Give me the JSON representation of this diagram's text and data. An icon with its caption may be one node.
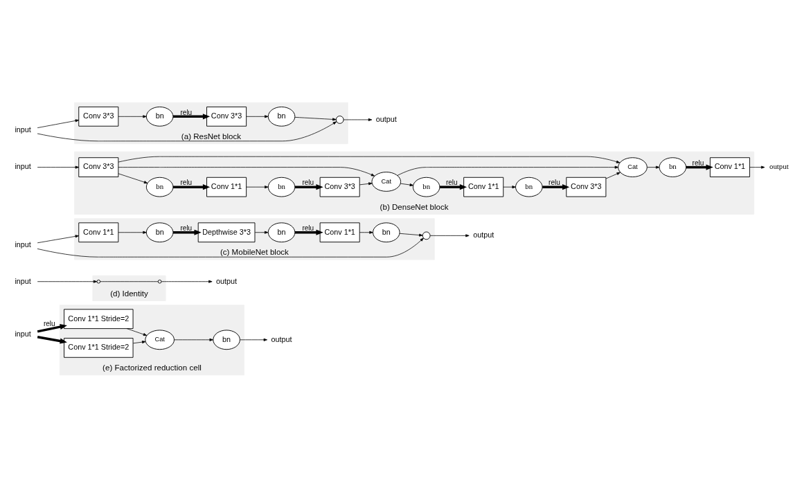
{
  "diagram": {
    "nodes": [
      {
        "text": [
          "(a) ResNet block"
        ]
      },
      {
        "text": [
          "input"
        ]
      },
      {
        "text": [
          "Conv 3*3"
        ],
        "in": 0
      },
      {
        "text": [
          "bn"
        ],
        "in": 0
      },
      {
        "text": [
          "Conv 3*3"
        ],
        "in": 0
      },
      {
        "text": [
          "bn"
        ],
        "in": 0
      },
      {
        "text": [],
        "shape": "circle",
        "in": 0
      },
      {
        "text": [
          "output"
        ]
      },
      {
        "text": [
          "(b) DenseNet block"
        ]
      },
      {
        "text": [
          "input"
        ]
      },
      {
        "text": [
          "Conv 3*3"
        ],
        "in": 8
      },
      {
        "text": [
          "bn"
        ],
        "in": 8
      },
      {
        "text": [
          "Conv 1*1"
        ],
        "in": 8
      },
      {
        "text": [
          "bn"
        ],
        "in": 8
      },
      {
        "text": [
          "Conv 3*3"
        ],
        "in": 8
      },
      {
        "text": [
          "Cat"
        ],
        "in": 8
      },
      {
        "text": [
          "bn"
        ],
        "in": 8
      },
      {
        "text": [
          "Conv 1*1"
        ],
        "in": 8
      },
      {
        "text": [
          "bn"
        ],
        "in": 8
      },
      {
        "text": [
          "Conv 3*3"
        ],
        "in": 8
      },
      {
        "text": [
          "Cat"
        ],
        "in": 8
      },
      {
        "text": [
          "bn"
        ],
        "in": 8
      },
      {
        "text": [
          "Conv 1*1"
        ],
        "in": 8
      },
      {
        "text": [
          "output"
        ]
      },
      {
        "text": [
          "(c) MobileNet block"
        ]
      },
      {
        "text": [
          "input"
        ]
      },
      {
        "text": [
          "Conv 1*1"
        ],
        "in": 24
      },
      {
        "text": [
          "bn"
        ],
        "in": 24
      },
      {
        "text": [
          "Depthwise 3*3"
        ],
        "in": 24
      },
      {
        "text": [
          "bn"
        ],
        "in": 24
      },
      {
        "text": [
          "Conv 1*1"
        ],
        "in": 24
      },
      {
        "text": [
          "bn"
        ],
        "in": 24
      },
      {
        "text": [],
        "shape": "circle",
        "in": 24
      },
      {
        "text": [
          "output"
        ]
      },
      {
        "text": [
          "(d) Identity"
        ]
      },
      {
        "text": [
          "input"
        ]
      },
      {
        "text": [],
        "shape": "circle",
        "in": 34
      },
      {
        "text": [],
        "shape": "circle",
        "in": 34
      },
      {
        "text": [
          "output"
        ]
      },
      {
        "text": [
          "(e) Factorized reduction cell"
        ]
      },
      {
        "text": [
          "input"
        ]
      },
      {
        "text": [
          "Conv 1*1 Stride=2"
        ],
        "in": 39
      },
      {
        "text": [
          "Conv 1*1 Stride=2"
        ],
        "in": 39
      },
      {
        "text": [
          "Cat"
        ],
        "in": 39
      },
      {
        "text": [
          "bn"
        ],
        "in": 39
      },
      {
        "text": [
          "output"
        ]
      }
    ],
    "edges": [
      {
        "from": 1,
        "to": 2,
        "arrow": "to"
      },
      {
        "from": 1,
        "to": 6,
        "arrow": "to"
      },
      {
        "from": 2,
        "to": 3,
        "arrow": "to"
      },
      {
        "from": 3,
        "to": 4,
        "arrow": "to",
        "label": "relu",
        "style": "thick"
      },
      {
        "from": 4,
        "to": 5,
        "arrow": "to"
      },
      {
        "from": 5,
        "to": 6,
        "arrow": "to"
      },
      {
        "from": 6,
        "to": 7,
        "arrow": "to"
      },
      {
        "from": 9,
        "to": 10,
        "arrow": "to"
      },
      {
        "from": 10,
        "to": 11,
        "arrow": "to"
      },
      {
        "from": 10,
        "to": 15,
        "arrow": "to"
      },
      {
        "from": 10,
        "to": 20,
        "arrow": "to"
      },
      {
        "from": 11,
        "to": 12,
        "arrow": "to",
        "label": "relu",
        "style": "thick"
      },
      {
        "from": 12,
        "to": 13,
        "arrow": "to"
      },
      {
        "from": 13,
        "to": 14,
        "arrow": "to",
        "label": "relu",
        "style": "thick"
      },
      {
        "from": 14,
        "to": 15,
        "arrow": "to"
      },
      {
        "from": 15,
        "to": 16,
        "arrow": "to"
      },
      {
        "from": 15,
        "to": 20,
        "arrow": "to"
      },
      {
        "from": 16,
        "to": 17,
        "arrow": "to",
        "label": "relu",
        "style": "thick"
      },
      {
        "from": 17,
        "to": 18,
        "arrow": "to"
      },
      {
        "from": 18,
        "to": 19,
        "arrow": "to",
        "label": "relu",
        "style": "thick"
      },
      {
        "from": 19,
        "to": 20,
        "arrow": "to"
      },
      {
        "from": 20,
        "to": 21,
        "arrow": "to"
      },
      {
        "from": 21,
        "to": 22,
        "arrow": "to",
        "label": "relu",
        "style": "thick"
      },
      {
        "from": 22,
        "to": 23,
        "arrow": "to"
      },
      {
        "from": 25,
        "to": 26,
        "arrow": "to"
      },
      {
        "from": 25,
        "to": 32,
        "arrow": "to"
      },
      {
        "from": 26,
        "to": 27,
        "arrow": "to"
      },
      {
        "from": 27,
        "to": 28,
        "arrow": "to",
        "label": "relu",
        "style": "thick"
      },
      {
        "from": 28,
        "to": 29,
        "arrow": "to"
      },
      {
        "from": 29,
        "to": 30,
        "arrow": "to",
        "label": "relu",
        "style": "thick"
      },
      {
        "from": 30,
        "to": 31,
        "arrow": "to"
      },
      {
        "from": 31,
        "to": 32,
        "arrow": "to"
      },
      {
        "from": 32,
        "to": 33,
        "arrow": "to"
      },
      {
        "from": 35,
        "to": 36,
        "arrow": "to"
      },
      {
        "from": 36,
        "to": 37,
        "arrow": "none"
      },
      {
        "from": 37,
        "to": 38,
        "arrow": "to"
      },
      {
        "from": 40,
        "to": 41,
        "arrow": "to",
        "label": "relu",
        "style": "thick"
      },
      {
        "from": 40,
        "to": 42,
        "arrow": "to",
        "style": "thick"
      },
      {
        "from": 41,
        "to": 43,
        "arrow": "to"
      },
      {
        "from": 42,
        "to": 43,
        "arrow": "to"
      },
      {
        "from": 43,
        "to": 44,
        "arrow": "to"
      },
      {
        "from": 44,
        "to": 45,
        "arrow": "to"
      }
    ]
  }
}
